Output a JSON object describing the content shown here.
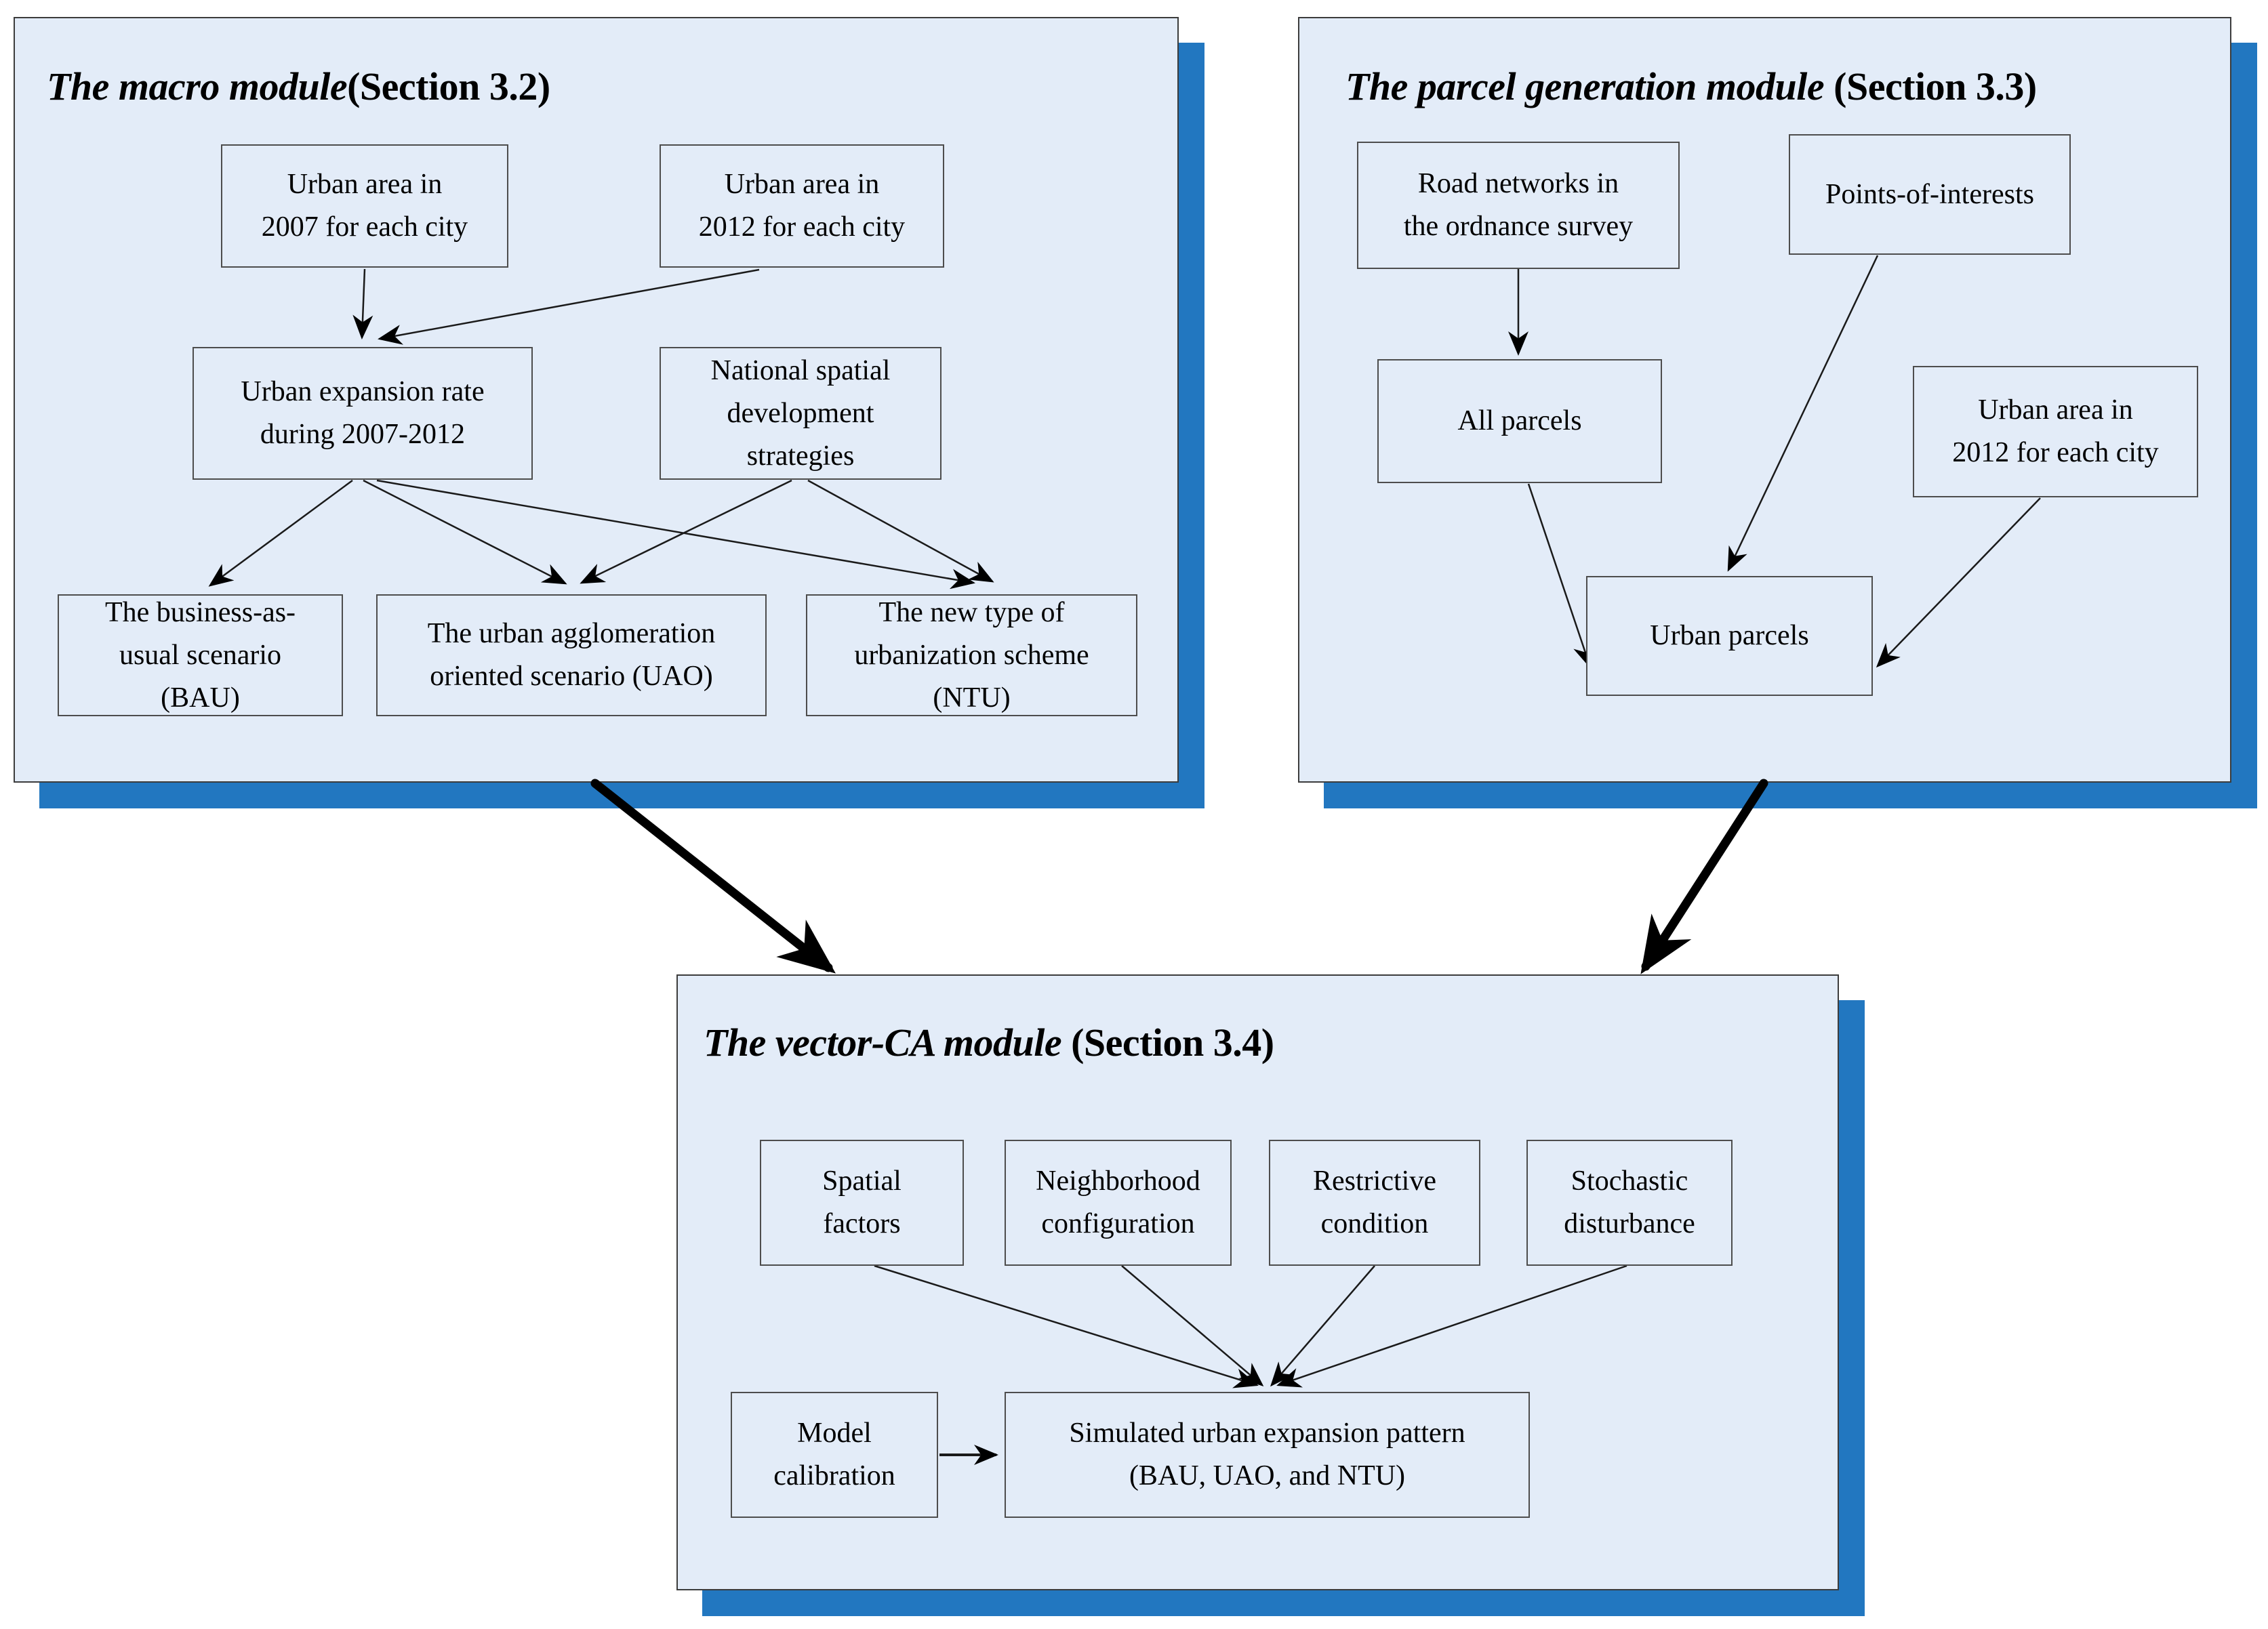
{
  "colors": {
    "panel_fill": "#e3ecf8",
    "panel_border": "#3c3c3c",
    "box_border": "#4d4d4d",
    "shadow_blue": "#2277c0",
    "arrow_black": "#000000",
    "text": "#000000"
  },
  "modules": {
    "macro": {
      "title": "The macro module",
      "section": "(Section 3.2)",
      "boxes": {
        "urban_2007": "Urban area in\n2007 for each city",
        "urban_2012": "Urban area in\n2012 for each city",
        "expansion_rate": "Urban expansion rate\nduring 2007-2012",
        "national_strategies": "National spatial\ndevelopment\nstrategies",
        "bau": "The business-as-\nusual scenario\n(BAU)",
        "uao": "The urban agglomeration\noriented scenario (UAO)",
        "ntu": "The new type of\nurbanization scheme\n(NTU)"
      }
    },
    "parcel": {
      "title": "The parcel generation module",
      "section": " (Section 3.3)",
      "boxes": {
        "road_networks": "Road networks in\nthe ordnance survey",
        "poi": "Points-of-interests",
        "all_parcels": "All parcels",
        "urban_2012": "Urban area in\n2012 for each city",
        "urban_parcels": "Urban parcels"
      }
    },
    "vector": {
      "title": "The vector-CA module",
      "section": " (Section 3.4)",
      "boxes": {
        "spatial_factors": "Spatial\nfactors",
        "neighborhood": "Neighborhood\nconfiguration",
        "restrictive": "Restrictive\ncondition",
        "stochastic": "Stochastic\ndisturbance",
        "model_calibration": "Model\ncalibration",
        "simulated": "Simulated urban expansion pattern\n(BAU, UAO, and NTU)"
      }
    }
  }
}
